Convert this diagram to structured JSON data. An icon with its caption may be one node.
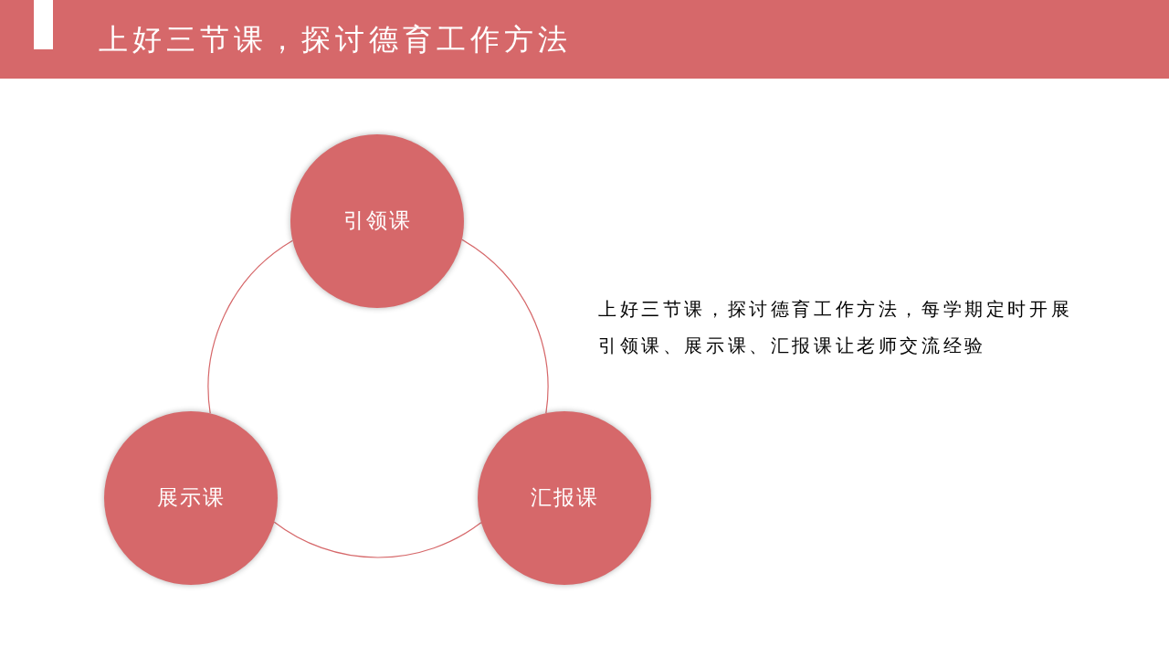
{
  "diagram": {
    "title": "上好三节课，探讨德育工作方法",
    "nodes": [
      {
        "text": [
          "引领课"
        ]
      },
      {
        "text": [
          "展示课"
        ]
      },
      {
        "text": [
          "汇报课"
        ]
      }
    ],
    "edges": [
      {
        "from": 0,
        "to": 1,
        "arrow": "none"
      },
      {
        "from": 1,
        "to": 2,
        "arrow": "none"
      },
      {
        "from": 2,
        "to": 0,
        "arrow": "none"
      }
    ],
    "labels": [
      "上好三节课，探讨德育工作方法，每学期定时开展引领课、展示课、汇报课让老师交流经验"
    ]
  }
}
